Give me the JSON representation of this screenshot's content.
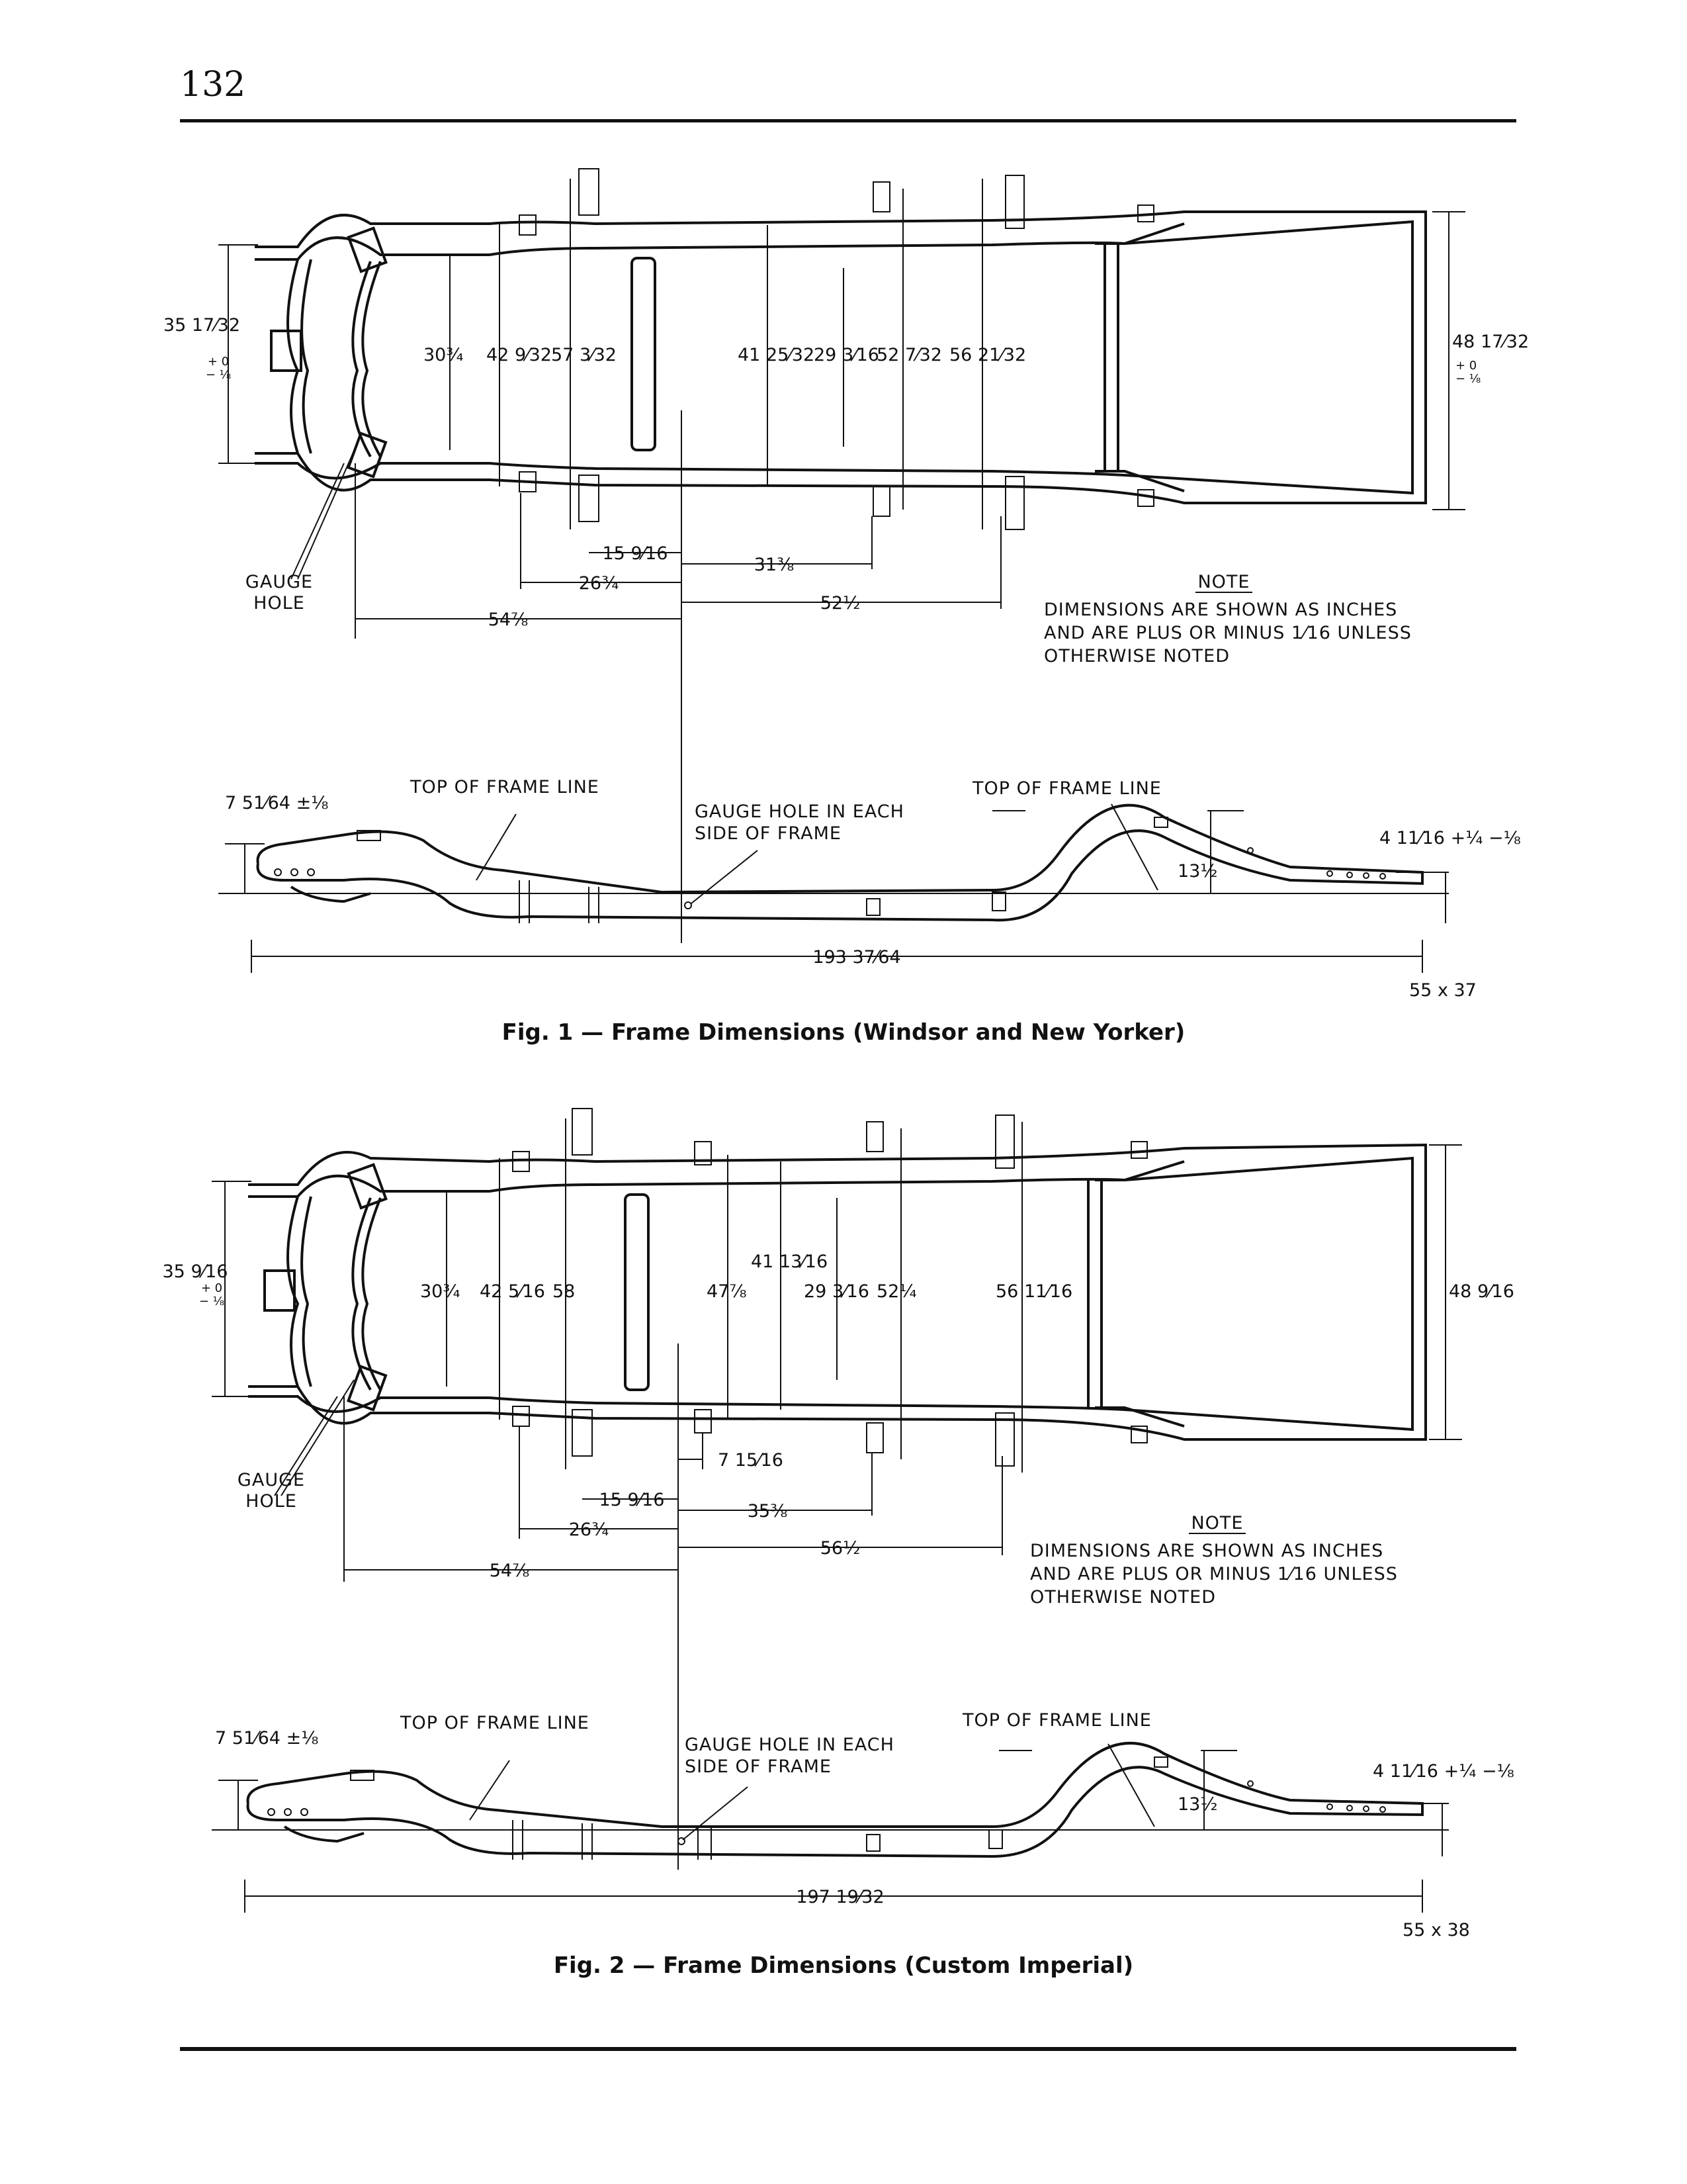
{
  "page_number": "132",
  "figures": [
    {
      "caption": "Fig. 1 — Frame Dimensions (Windsor and New Yorker)",
      "code": "55 x 37",
      "width_dims": {
        "left": "35 17⁄32",
        "left_tol_top": "+ 0",
        "left_tol_bot": "− ⅛",
        "d1": "30¾",
        "d2": "42 9⁄32",
        "d3": "57 3⁄32",
        "d4": "41 25⁄32",
        "d5": "29 3⁄16",
        "d6": "52 7⁄32",
        "d7": "56 21⁄32",
        "right": "48 17⁄32",
        "right_tol_top": "+ 0",
        "right_tol_bot": "− ⅛"
      },
      "length_dims": {
        "l1": "15 9⁄16",
        "l2": "26¾",
        "l3": "54⅞",
        "l4": "31⅜",
        "l5": "52½"
      },
      "gauge_hole_label": [
        "GAUGE",
        "HOLE"
      ],
      "note": {
        "title": "NOTE",
        "lines": [
          "DIMENSIONS ARE SHOWN AS INCHES",
          "AND ARE PLUS OR MINUS 1⁄16 UNLESS",
          "OTHERWISE NOTED"
        ]
      },
      "side_view": {
        "top_frame_left": "TOP OF FRAME LINE",
        "top_frame_right": "TOP OF FRAME LINE",
        "gauge_each_side": [
          "GAUGE HOLE IN EACH",
          "SIDE OF FRAME"
        ],
        "front_height": "7 51⁄64 ±⅛",
        "kick_height": "13½",
        "rear_height": "4 11⁄16 +¼ −⅛",
        "overall_length": "193 37⁄64"
      }
    },
    {
      "caption": "Fig. 2 — Frame Dimensions (Custom Imperial)",
      "code": "55 x 38",
      "width_dims": {
        "left": "35 9⁄16",
        "left_tol_top": "+ 0",
        "left_tol_bot": "− ⅛",
        "d1": "30¾",
        "d2": "42 5⁄16",
        "d3": "58",
        "d4": "41 13⁄16",
        "d4b": "47⅞",
        "d5": "29 3⁄16",
        "d6": "52¼",
        "d7": "56 11⁄16",
        "right": "48 9⁄16"
      },
      "length_dims": {
        "l1": "15 9⁄16",
        "l2": "26¾",
        "l3": "54⅞",
        "l4": "35⅜",
        "l5": "56½",
        "l6": "7 15⁄16"
      },
      "gauge_hole_label": [
        "GAUGE",
        "HOLE"
      ],
      "note": {
        "title": "NOTE",
        "lines": [
          "DIMENSIONS ARE SHOWN AS INCHES",
          "AND ARE PLUS OR MINUS 1⁄16 UNLESS",
          "OTHERWISE NOTED"
        ]
      },
      "side_view": {
        "top_frame_left": "TOP OF FRAME LINE",
        "top_frame_right": "TOP OF FRAME LINE",
        "gauge_each_side": [
          "GAUGE HOLE IN EACH",
          "SIDE OF FRAME"
        ],
        "front_height": "7 51⁄64 ±⅛",
        "kick_height": "13½",
        "rear_height": "4 11⁄16 +¼ −⅛",
        "overall_length": "197 19⁄32"
      }
    }
  ]
}
